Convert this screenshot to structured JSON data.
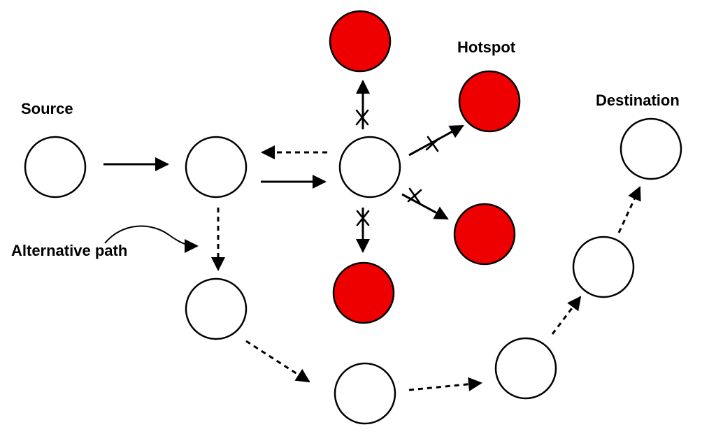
{
  "labels": {
    "source": "Source",
    "hotspot": "Hotspot",
    "destination": "Destination",
    "alternative_path": "Alternative path"
  },
  "colors": {
    "hotspot_fill": "#ee0000",
    "node_fill": "#ffffff",
    "stroke": "#000000"
  },
  "nodes": [
    {
      "id": "source",
      "hotspot": false
    },
    {
      "id": "n2",
      "hotspot": false
    },
    {
      "id": "center",
      "hotspot": false
    },
    {
      "id": "hot-top",
      "hotspot": true
    },
    {
      "id": "hot-upper-right",
      "hotspot": true
    },
    {
      "id": "hot-lower-right",
      "hotspot": true
    },
    {
      "id": "hot-bottom",
      "hotspot": true
    },
    {
      "id": "alt-1",
      "hotspot": false
    },
    {
      "id": "alt-2",
      "hotspot": false
    },
    {
      "id": "alt-3",
      "hotspot": false
    },
    {
      "id": "alt-4",
      "hotspot": false
    },
    {
      "id": "destination",
      "hotspot": false
    }
  ],
  "edges": [
    {
      "from": "source",
      "to": "n2",
      "style": "solid",
      "blocked": false
    },
    {
      "from": "n2",
      "to": "center",
      "style": "solid",
      "blocked": false
    },
    {
      "from": "center",
      "to": "n2",
      "style": "dashed",
      "blocked": false
    },
    {
      "from": "center",
      "to": "hot-top",
      "style": "solid",
      "blocked": true
    },
    {
      "from": "center",
      "to": "hot-upper-right",
      "style": "solid",
      "blocked": true
    },
    {
      "from": "center",
      "to": "hot-lower-right",
      "style": "solid",
      "blocked": true
    },
    {
      "from": "center",
      "to": "hot-bottom",
      "style": "solid",
      "blocked": true
    },
    {
      "from": "n2",
      "to": "alt-1",
      "style": "dashed",
      "blocked": false
    },
    {
      "from": "alt-1",
      "to": "alt-2",
      "style": "dashed",
      "blocked": false
    },
    {
      "from": "alt-2",
      "to": "alt-3",
      "style": "dashed",
      "blocked": false
    },
    {
      "from": "alt-3",
      "to": "alt-4",
      "style": "dashed",
      "blocked": false
    },
    {
      "from": "alt-4",
      "to": "destination",
      "style": "dashed",
      "blocked": false
    }
  ]
}
